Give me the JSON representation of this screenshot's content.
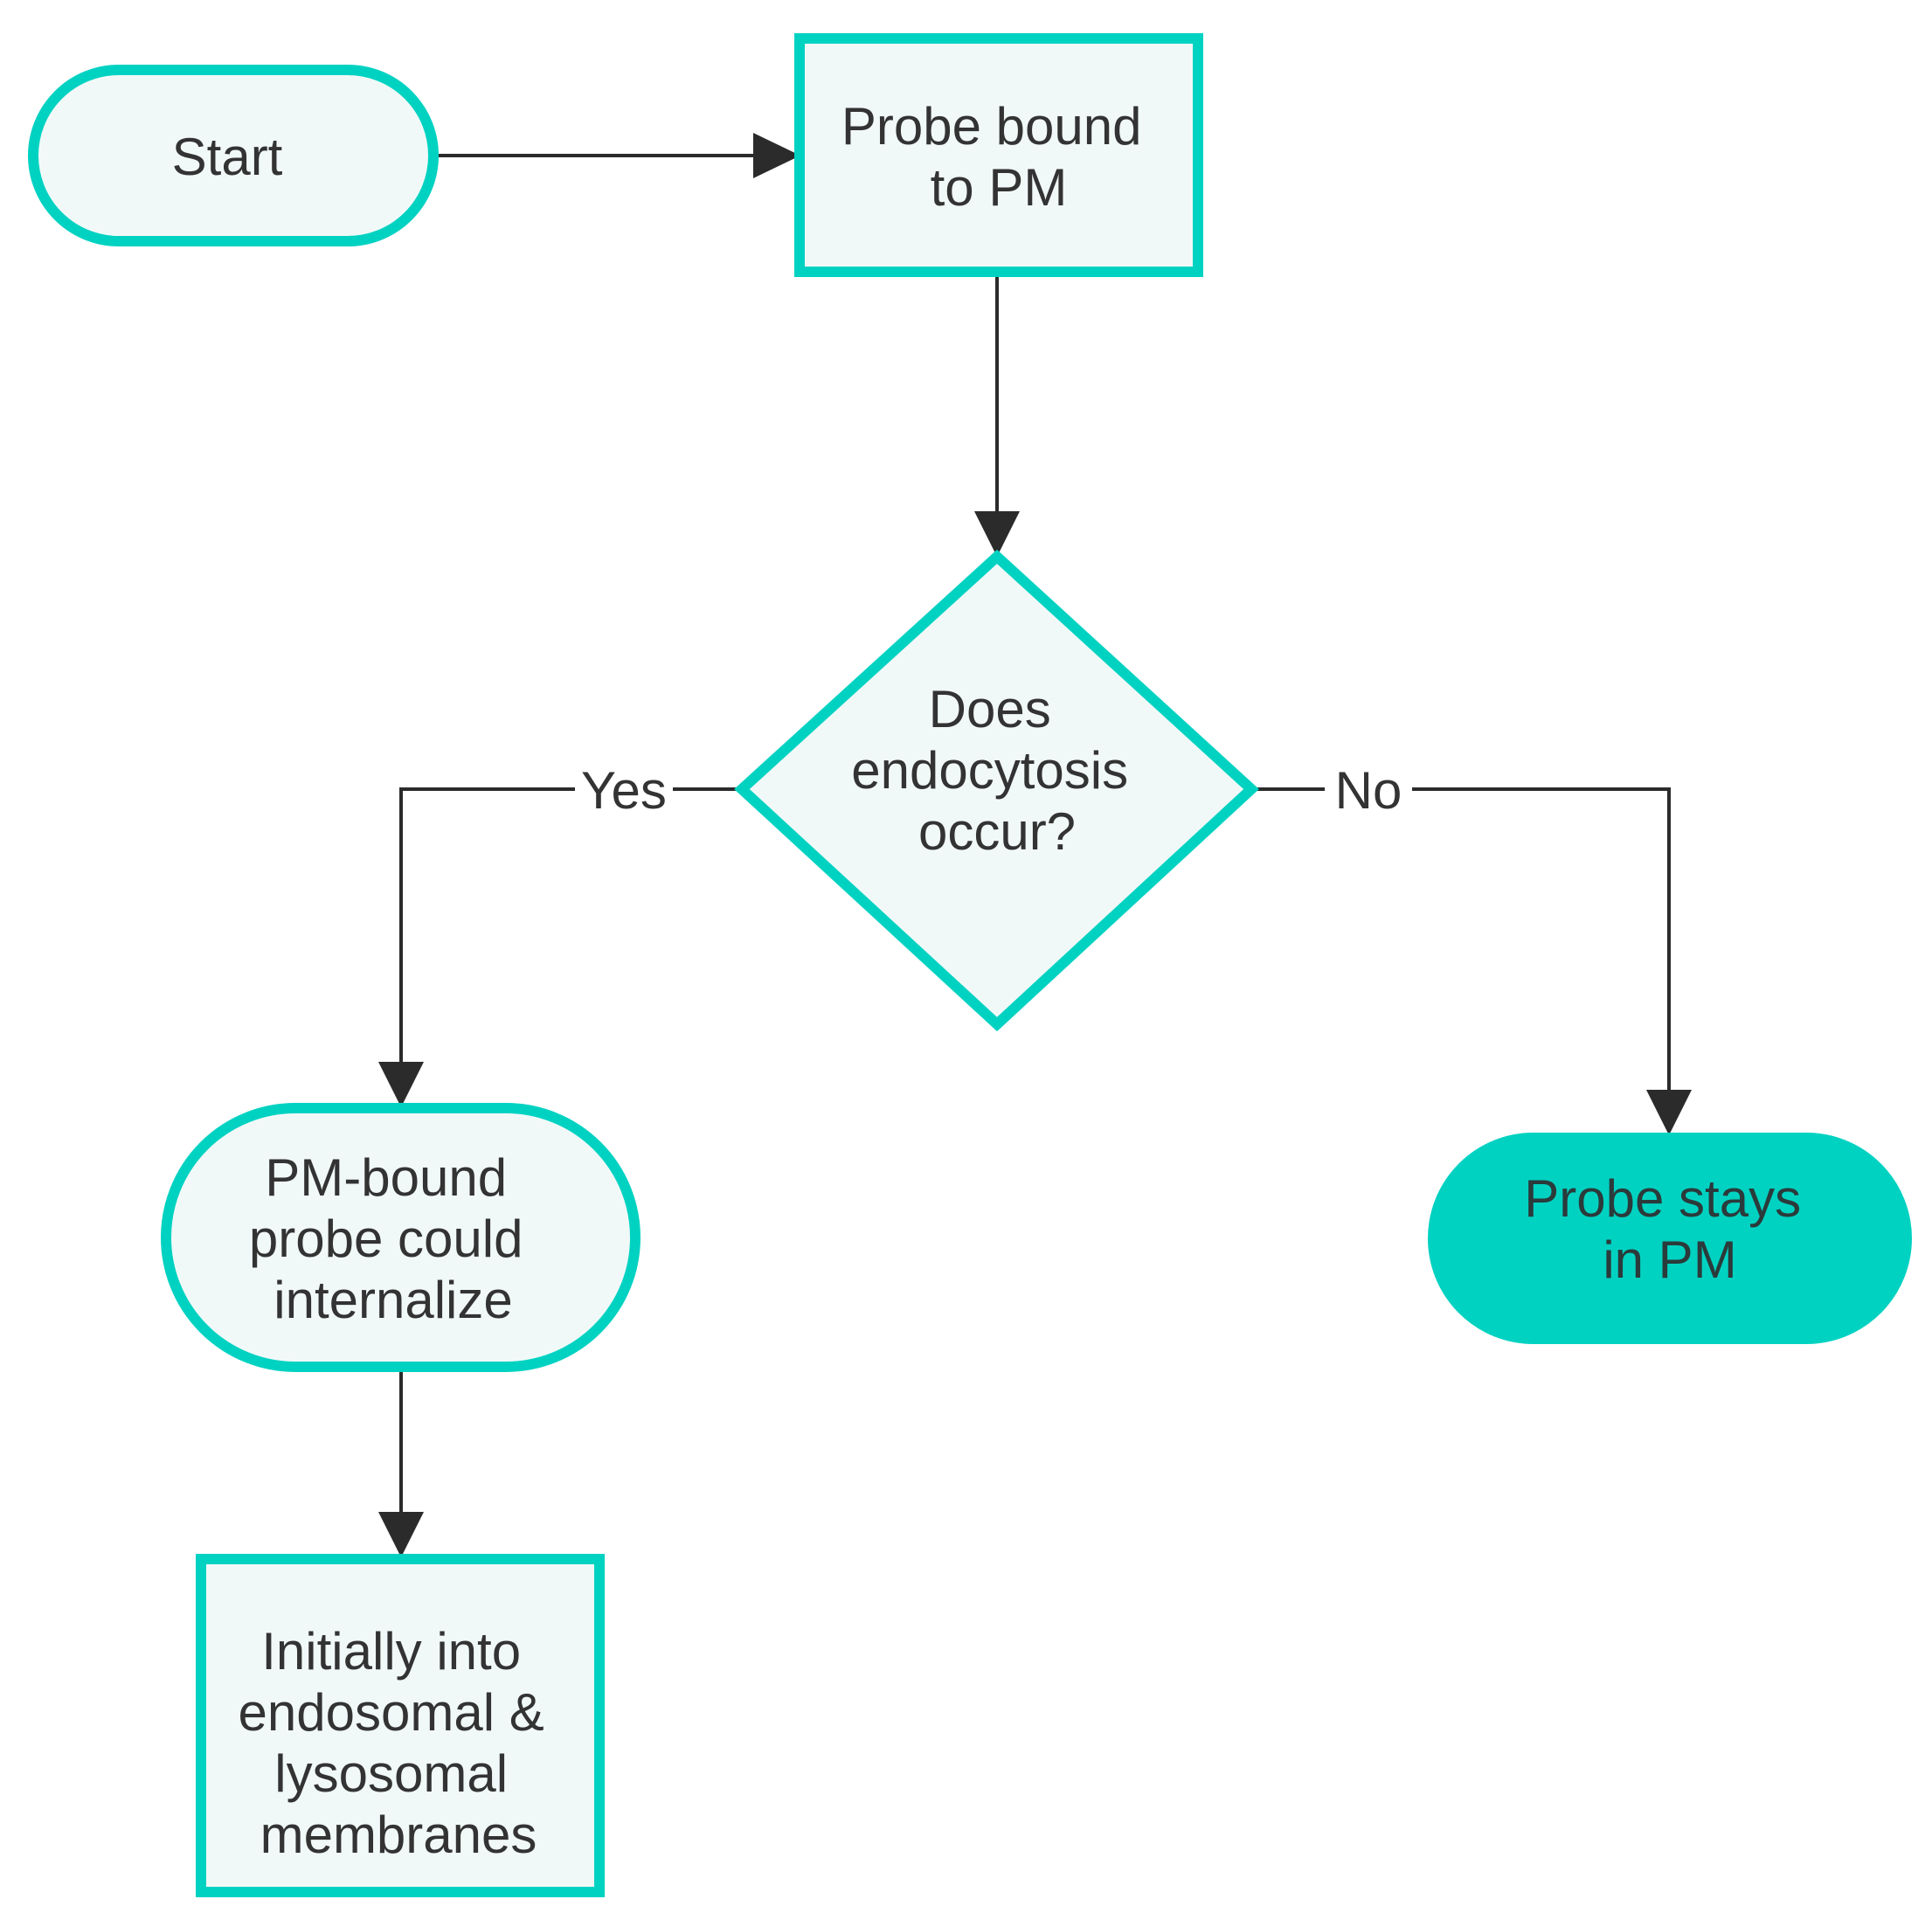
{
  "colors": {
    "node_border": "#00d2c2",
    "node_fill": "#f1f9f8",
    "terminal_filled": "#00d2c2",
    "connector": "#2b2b2b",
    "text": "#333333"
  },
  "nodes": {
    "start": {
      "label_lines": [
        "Start"
      ]
    },
    "probe_bound": {
      "label_lines": [
        "Probe bound",
        "to PM"
      ]
    },
    "decision": {
      "label_lines": [
        "Does",
        "endocytosis",
        "occur?"
      ]
    },
    "internalize": {
      "label_lines": [
        "PM-bound",
        "probe could",
        "internalize"
      ]
    },
    "stays": {
      "label_lines": [
        "Probe stays",
        "in PM"
      ]
    },
    "endosomal": {
      "label_lines": [
        "Initially into",
        "endosomal &",
        "lysosomal",
        "membranes"
      ]
    }
  },
  "edges": {
    "yes_label": "Yes",
    "no_label": "No"
  }
}
